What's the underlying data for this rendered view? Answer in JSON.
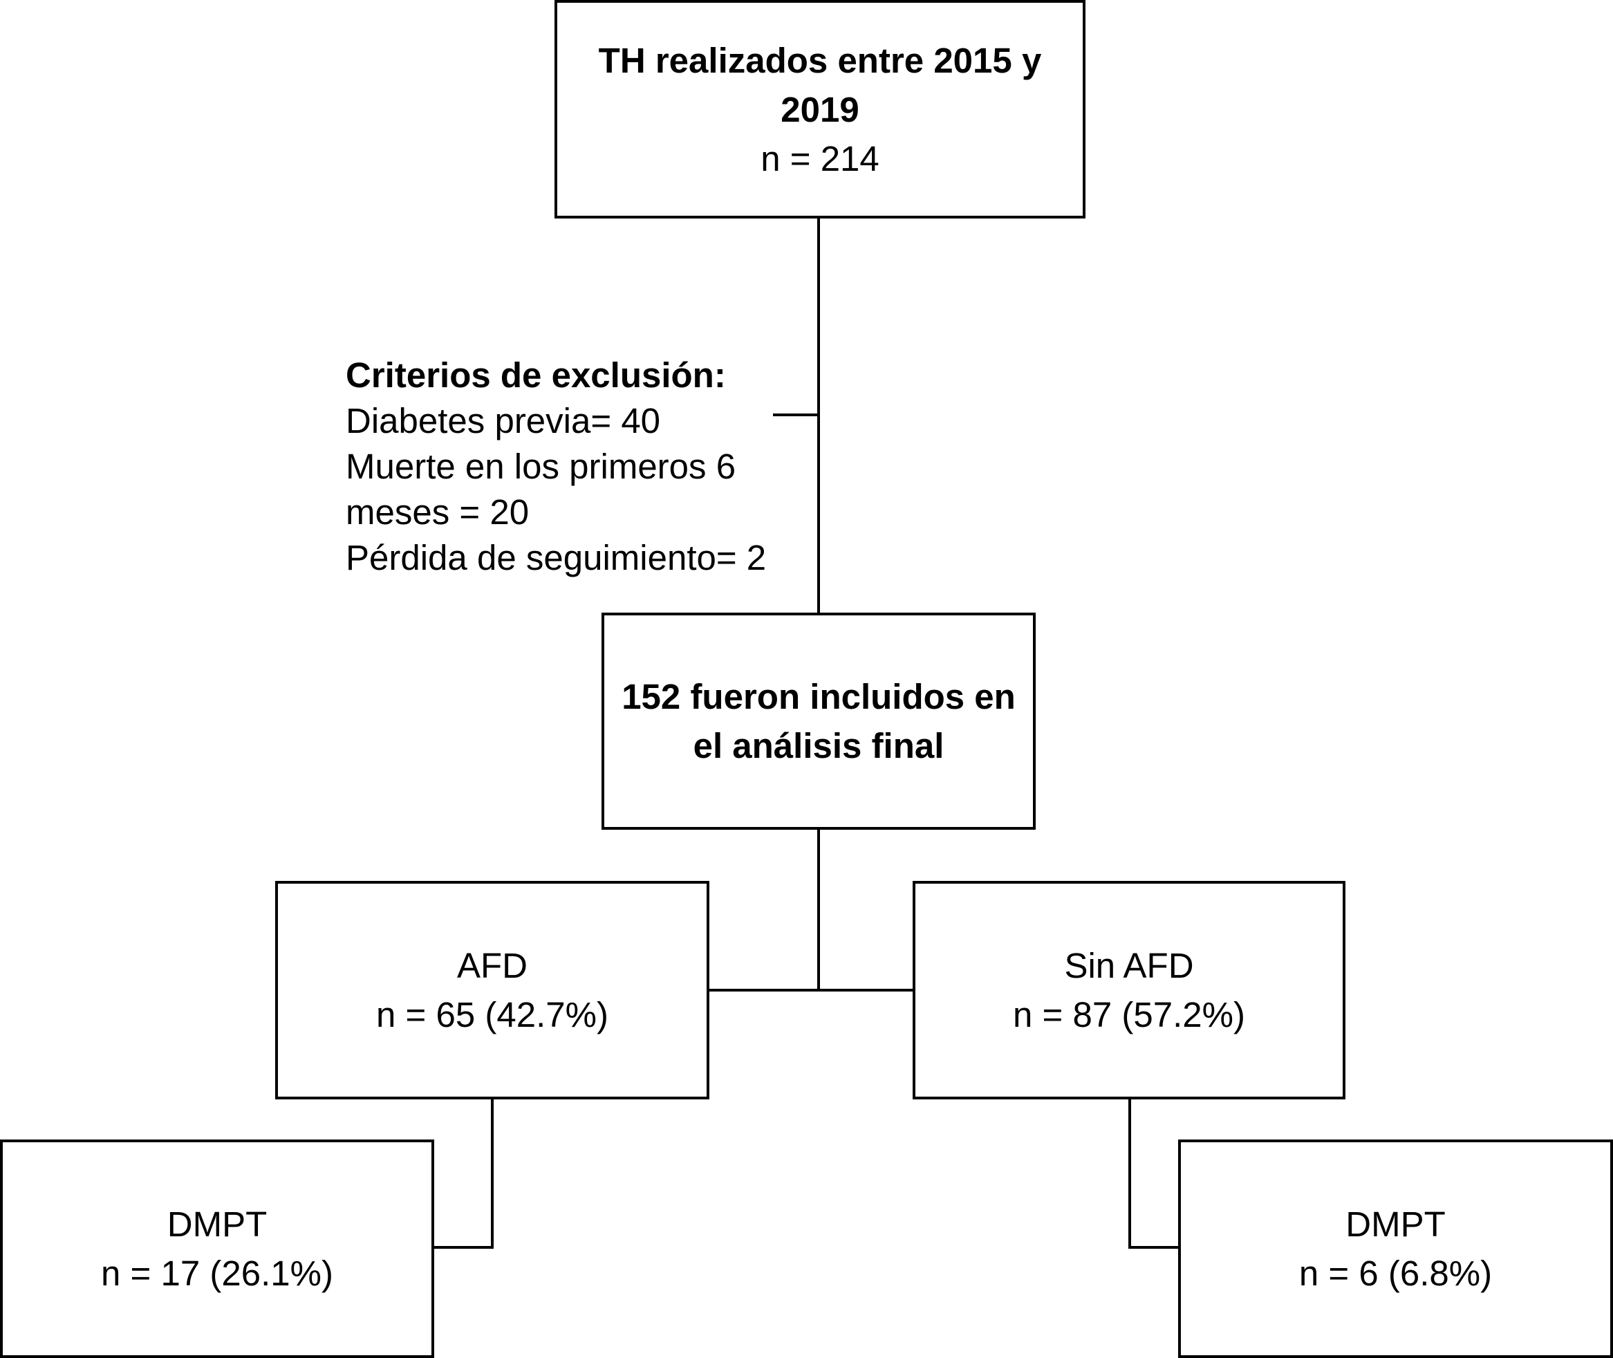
{
  "top_box": {
    "title_line1": "TH realizados entre 2015 y",
    "title_line2": "2019",
    "count": "n = 214"
  },
  "exclusion": {
    "heading": "Criterios de exclusión:",
    "lines": [
      "Diabetes previa= 40",
      "Muerte en los primeros 6",
      "meses = 20",
      "Pérdida de seguimiento= 2"
    ]
  },
  "included_box": {
    "line1": "152 fueron incluidos en",
    "line2": "el análisis final"
  },
  "afd_box": {
    "label": "AFD",
    "count": "n = 65 (42.7%)"
  },
  "sin_afd_box": {
    "label": "Sin AFD",
    "count": "n = 87 (57.2%)"
  },
  "dmpt_left_box": {
    "label": "DMPT",
    "count": "n = 17 (26.1%)"
  },
  "dmpt_right_box": {
    "label": "DMPT",
    "count": "n = 6 (6.8%)"
  }
}
